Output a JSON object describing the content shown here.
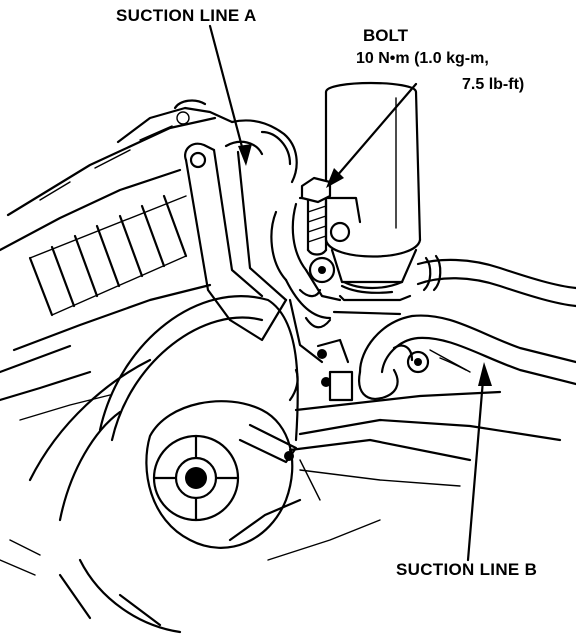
{
  "labels": {
    "suction_line_a": "SUCTION LINE A",
    "bolt": "BOLT",
    "torque_line_1": "10 N•m (1.0 kg-m,",
    "torque_line_2": "7.5 lb-ft)",
    "suction_line_b": "SUCTION LINE B"
  },
  "colors": {
    "ink": "#000000",
    "paper": "#ffffff"
  }
}
